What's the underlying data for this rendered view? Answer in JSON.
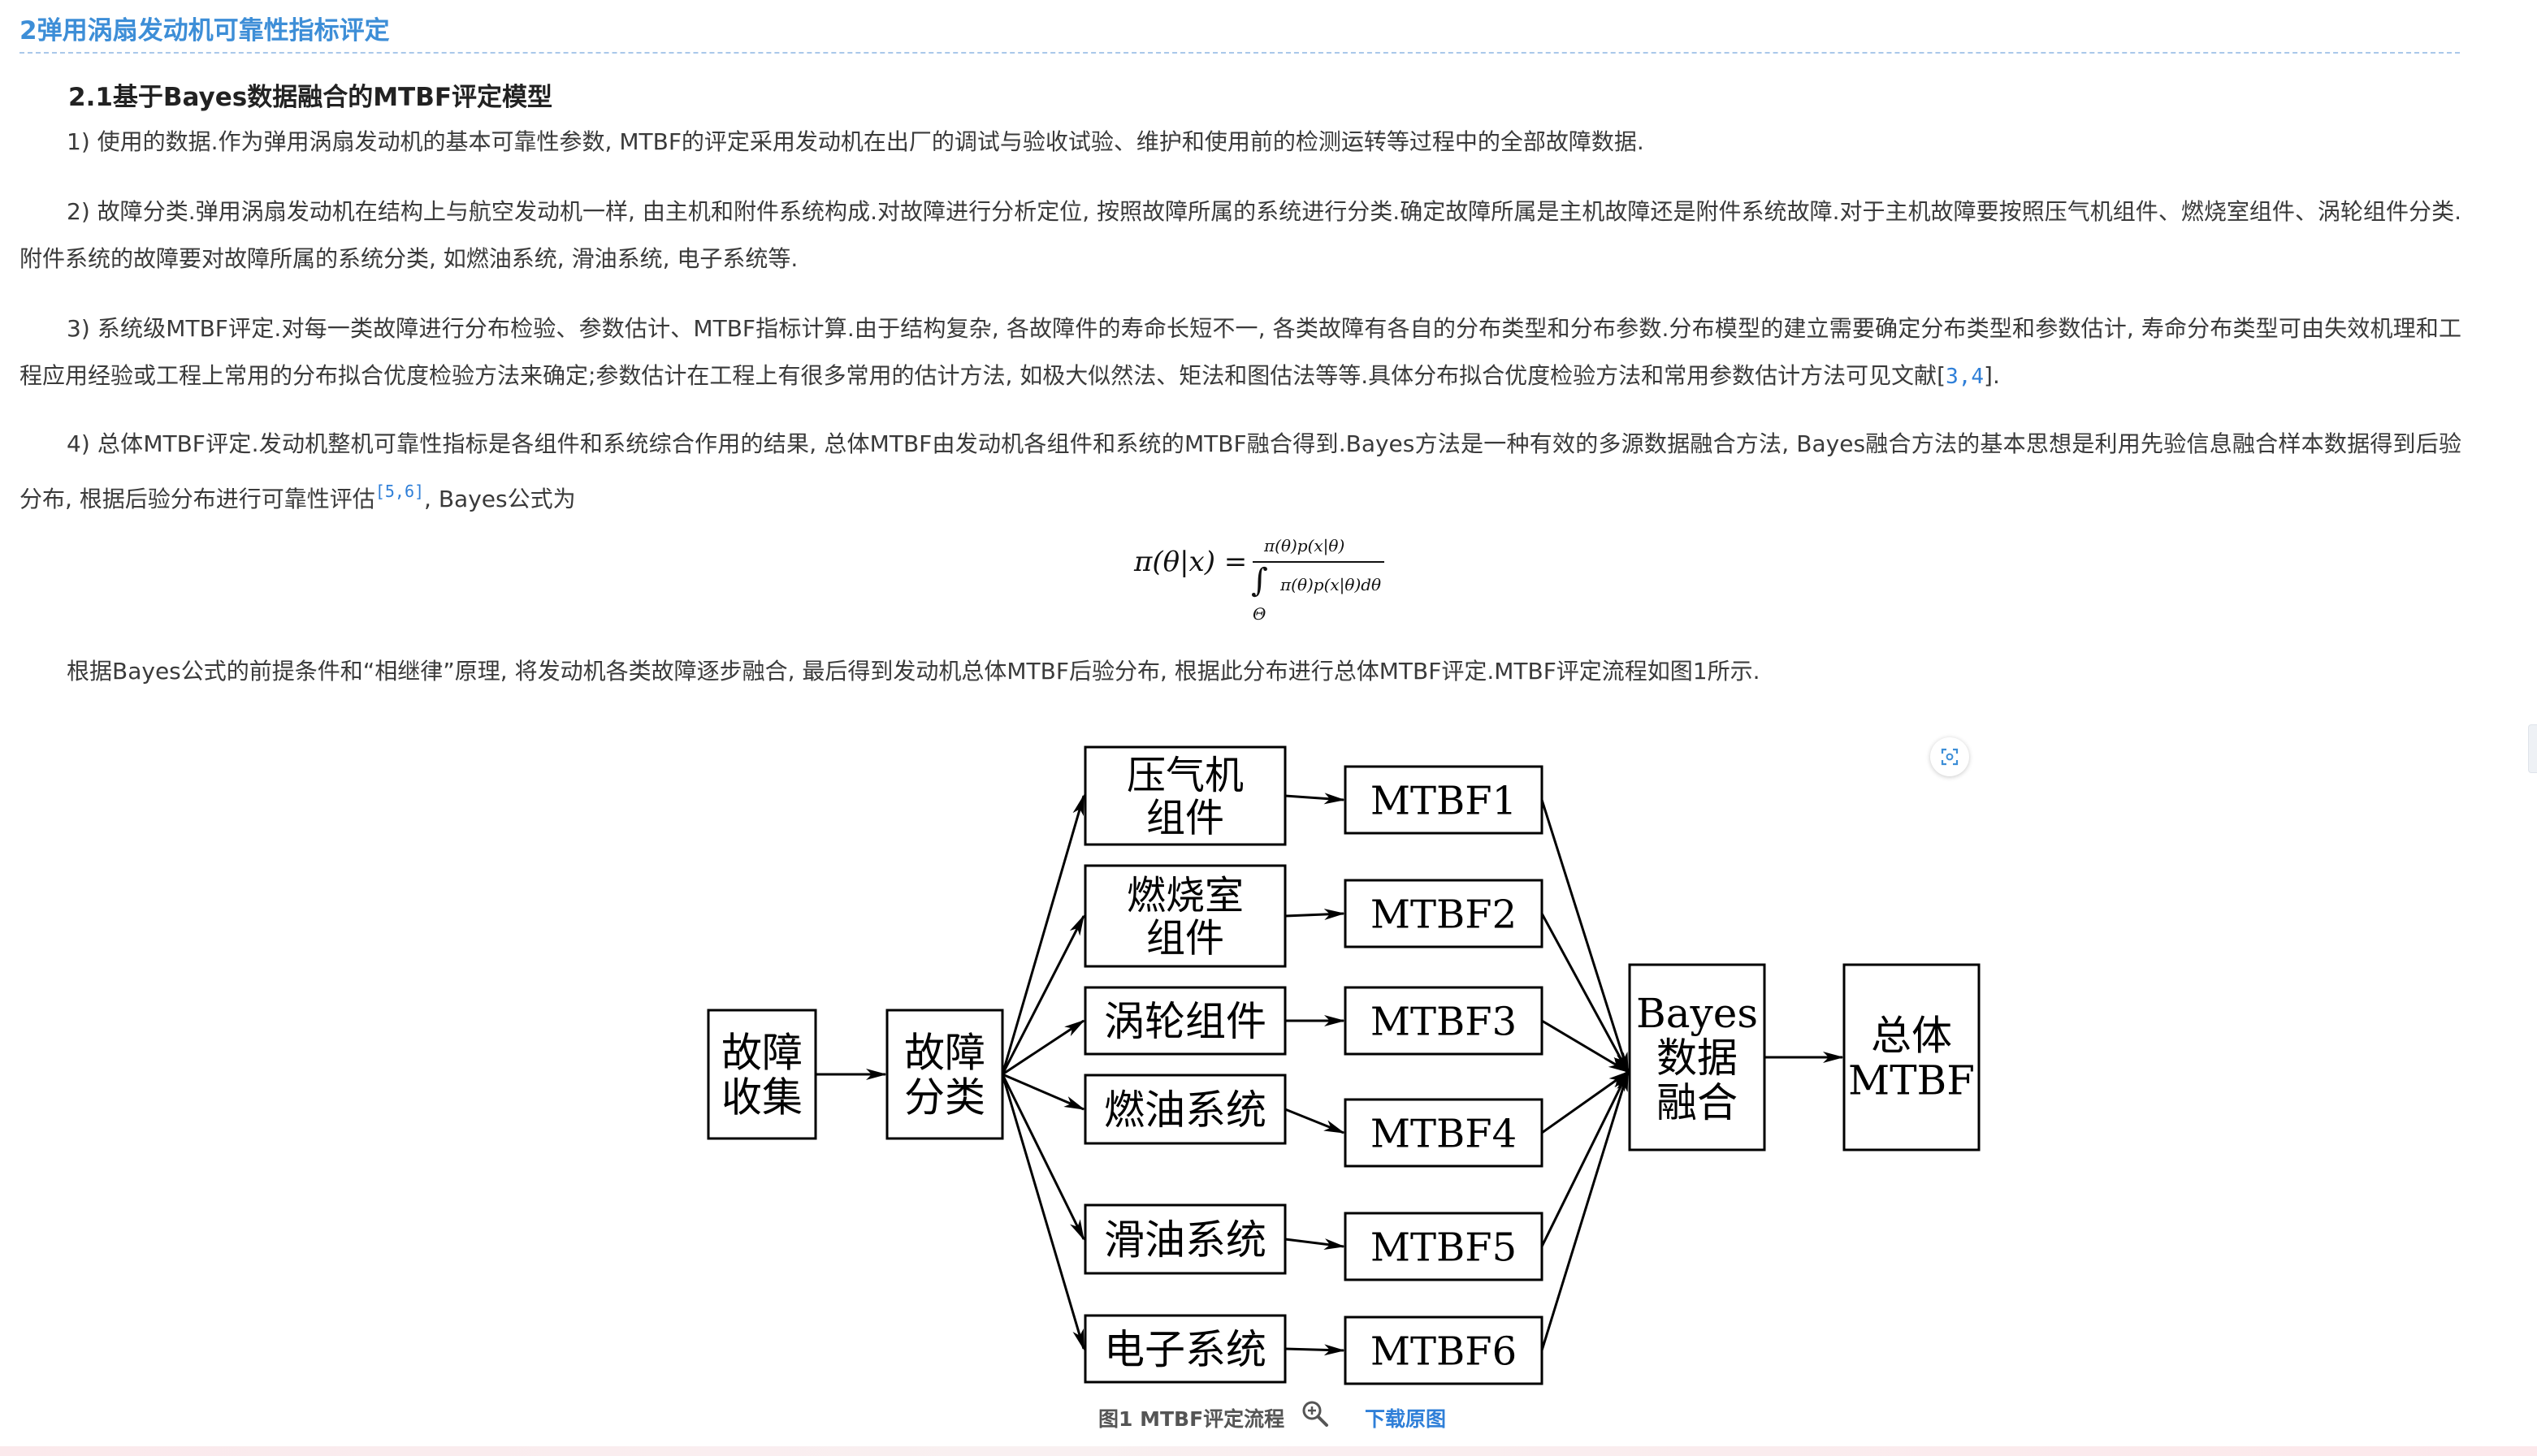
{
  "section": {
    "title": "2弹用涡扇发动机可靠性指标评定",
    "subsection_title": "2.1基于Bayes数据融合的MTBF评定模型"
  },
  "paragraphs": [
    {
      "text": "1) 使用的数据.作为弹用涡扇发动机的基本可靠性参数, MTBF的评定采用发动机在出厂的调试与验收试验、维护和使用前的检测运转等过程中的全部故障数据."
    },
    {
      "text": "2) 故障分类.弹用涡扇发动机在结构上与航空发动机一样, 由主机和附件系统构成.对故障进行分析定位, 按照故障所属的系统进行分类.确定故障所属是主机故障还是附件系统故障.对于主机故障要按照压气机组件、燃烧室组件、涡轮组件分类.附件系统的故障要对故障所属的系统分类, 如燃油系统, 滑油系统, 电子系统等."
    },
    {
      "text": "3) 系统级MTBF评定.对每一类故障进行分布检验、参数估计、MTBF指标计算.由于结构复杂, 各故障件的寿命长短不一, 各类故障有各自的分布类型和分布参数.分布模型的建立需要确定分布类型和参数估计, 寿命分布类型可由失效机理和工程应用经验或工程上常用的分布拟合优度检验方法来确定;参数估计在工程上有很多常用的估计方法, 如极大似然法、矩法和图估法等等.具体分布拟合优度检验方法和常用参数估计方法可见文献[",
      "cite1": "3",
      "cite_sep": ",",
      "cite2": "4",
      "tail": "]."
    },
    {
      "text": "4) 总体MTBF评定.发动机整机可靠性指标是各组件和系统综合作用的结果, 总体MTBF由发动机各组件和系统的MTBF融合得到.Bayes方法是一种有效的多源数据融合方法, Bayes融合方法的基本思想是利用先验信息融合样本数据得到后验分布, 根据后验分布进行可靠性评估",
      "cite_open": "[",
      "cite1": "5",
      "cite_sep": ",",
      "cite2": "6",
      "cite_close": "]",
      "tail": ", Bayes公式为"
    },
    {
      "text": "根据Bayes公式的前提条件和“相继律”原理, 将发动机各类故障逐步融合, 最后得到发动机总体MTBF后验分布, 根据此分布进行总体MTBF评定.MTBF评定流程如图1所示."
    }
  ],
  "formula": {
    "lhs": "π(θ|x) =",
    "numerator": "π(θ)p(x|θ)",
    "integral": "∫",
    "denominator": "π(θ)p(x|θ)dθ",
    "domain": "Θ"
  },
  "figure": {
    "collect": [
      "故障",
      "收集"
    ],
    "classify": [
      "故障",
      "分类"
    ],
    "components": [
      {
        "lines": [
          "压气机",
          "组件"
        ],
        "mtbf": "MTBF1"
      },
      {
        "lines": [
          "燃烧室",
          "组件"
        ],
        "mtbf": "MTBF2"
      },
      {
        "lines": [
          "涡轮组件"
        ],
        "mtbf": "MTBF3"
      },
      {
        "lines": [
          "燃油系统"
        ],
        "mtbf": "MTBF4"
      },
      {
        "lines": [
          "滑油系统"
        ],
        "mtbf": "MTBF5"
      },
      {
        "lines": [
          "电子系统"
        ],
        "mtbf": "MTBF6"
      }
    ],
    "fusion": [
      "Bayes",
      "数据",
      "融合"
    ],
    "total": [
      "总体",
      "MTBF"
    ],
    "caption": "图1 MTBF评定流程",
    "download_label": "下载原图",
    "zoom_icon": "zoom-in-icon",
    "scan_icon": "scan-icon"
  }
}
